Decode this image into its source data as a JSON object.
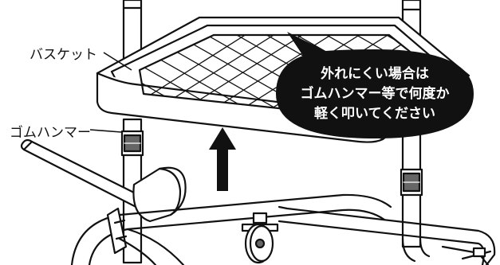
{
  "labels": {
    "basket": "バスケット",
    "rubber_hammer": "ゴムハンマー"
  },
  "callout": {
    "line1": "外れにくい場合は",
    "line2": "ゴムハンマー等で何度か",
    "line3": "軽く叩いてください"
  },
  "colors": {
    "line": "#111111",
    "callout_fill": "#111111",
    "callout_text": "#ffffff",
    "background": "#ffffff"
  },
  "icons": {
    "arrow": "up-arrow-icon"
  }
}
